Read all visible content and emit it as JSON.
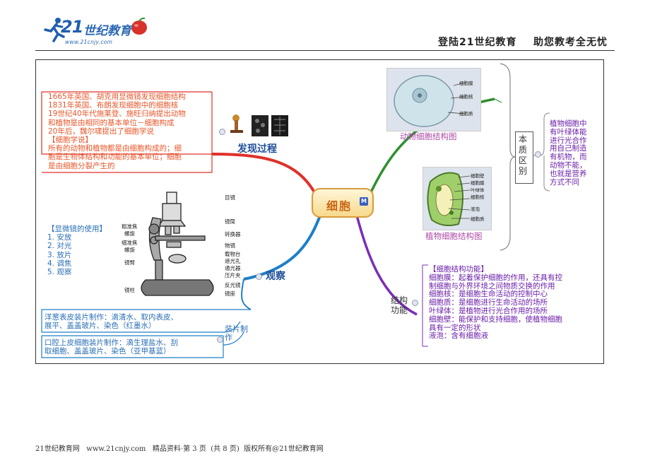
{
  "header": {
    "logo_number": "21",
    "logo_text": "世纪教育",
    "logo_url": "www.21cnjy.com",
    "slogan": "登陆21世纪教育    助您教考全无忧"
  },
  "center": {
    "label": "细胞",
    "badge": "M"
  },
  "branches": {
    "discovery": {
      "label": "发现过程",
      "lines": [
        "1665年英国、胡克用显微镜发现细胞结构",
        "1831年英国、布朗发现细胞中的细胞核",
        "19世纪40年代施莱登、施旺归纳提出动物",
        "和植物是由相同的基本单位－细胞构成",
        "20年后，魏尔啸提出了细胞学说",
        "【细胞学说】",
        "所有的动物和植物都是由细胞构成的；细",
        "胞是生物体结构和功能的基本单位；细胞",
        "是由细胞分裂产生的"
      ]
    },
    "observe": {
      "label": "观察",
      "microscope_title": "【显微镜的使用】",
      "microscope_steps": [
        "1. 安放",
        "2. 对光",
        "3. 放片",
        "4. 调焦",
        "5. 观察"
      ],
      "microscope_parts_right": [
        "目镜",
        "镜筒",
        "转换器",
        "物镜",
        "载物台",
        "遮光孔",
        "通光器",
        "压片夹",
        "反光镜",
        "镜座"
      ],
      "microscope_parts_left": [
        "粗准焦",
        "螺旋",
        "细准焦",
        "螺旋",
        "镜臂",
        "镜柱"
      ],
      "slide_label": "装片制作",
      "slides": [
        [
          "洋葱表皮装片制作：滴清水、取内表皮、",
          "展平、盖盖玻片、染色（红墨水）"
        ],
        [
          "口腔上皮细胞装片制作：滴生理盐水、刮",
          "取细胞、盖盖玻片、染色（亚甲基蓝）"
        ]
      ]
    },
    "difference": {
      "label": "本质区别",
      "animal_caption": "动物细胞结构图",
      "plant_caption": "植物细胞结构图",
      "animal_parts": [
        "细胞膜",
        "细胞核",
        "细胞质"
      ],
      "plant_parts": [
        "细胞壁",
        "细胞膜",
        "叶绿体",
        "细胞核",
        "液泡",
        "细胞质"
      ],
      "note": [
        "植物细胞中",
        "有叶绿体能",
        "进行光合作",
        "用自己制造",
        "有机物，而",
        "动物不能，",
        "也就是营养",
        "方式不同"
      ]
    },
    "structure": {
      "label": "结构功能",
      "lines": [
        "【细胞结构功能】",
        "细胞膜：起着保护细胞的作用，还具有控",
        "制细胞与外界环境之间物质交换的作用",
        "细胞核：是细胞生命活动的控制中心",
        "细胞质：是细胞进行生命活动的场所",
        "叶绿体：是植物进行光合作用的场所",
        "细胞壁：能保护和支持细胞，使植物细胞",
        "具有一定的形状",
        "液泡：含有细胞液"
      ]
    }
  },
  "footer": "21世纪教育网   www.21cnjy.com   精品资料·第 3 页  (共 8 页)  版权所有@21世纪教育网",
  "colors": {
    "orange": "#e8562a",
    "purple": "#6a1fa8",
    "blue": "#2a6fb5",
    "green": "#2f8f2f",
    "pink": "#ad4ba8"
  }
}
